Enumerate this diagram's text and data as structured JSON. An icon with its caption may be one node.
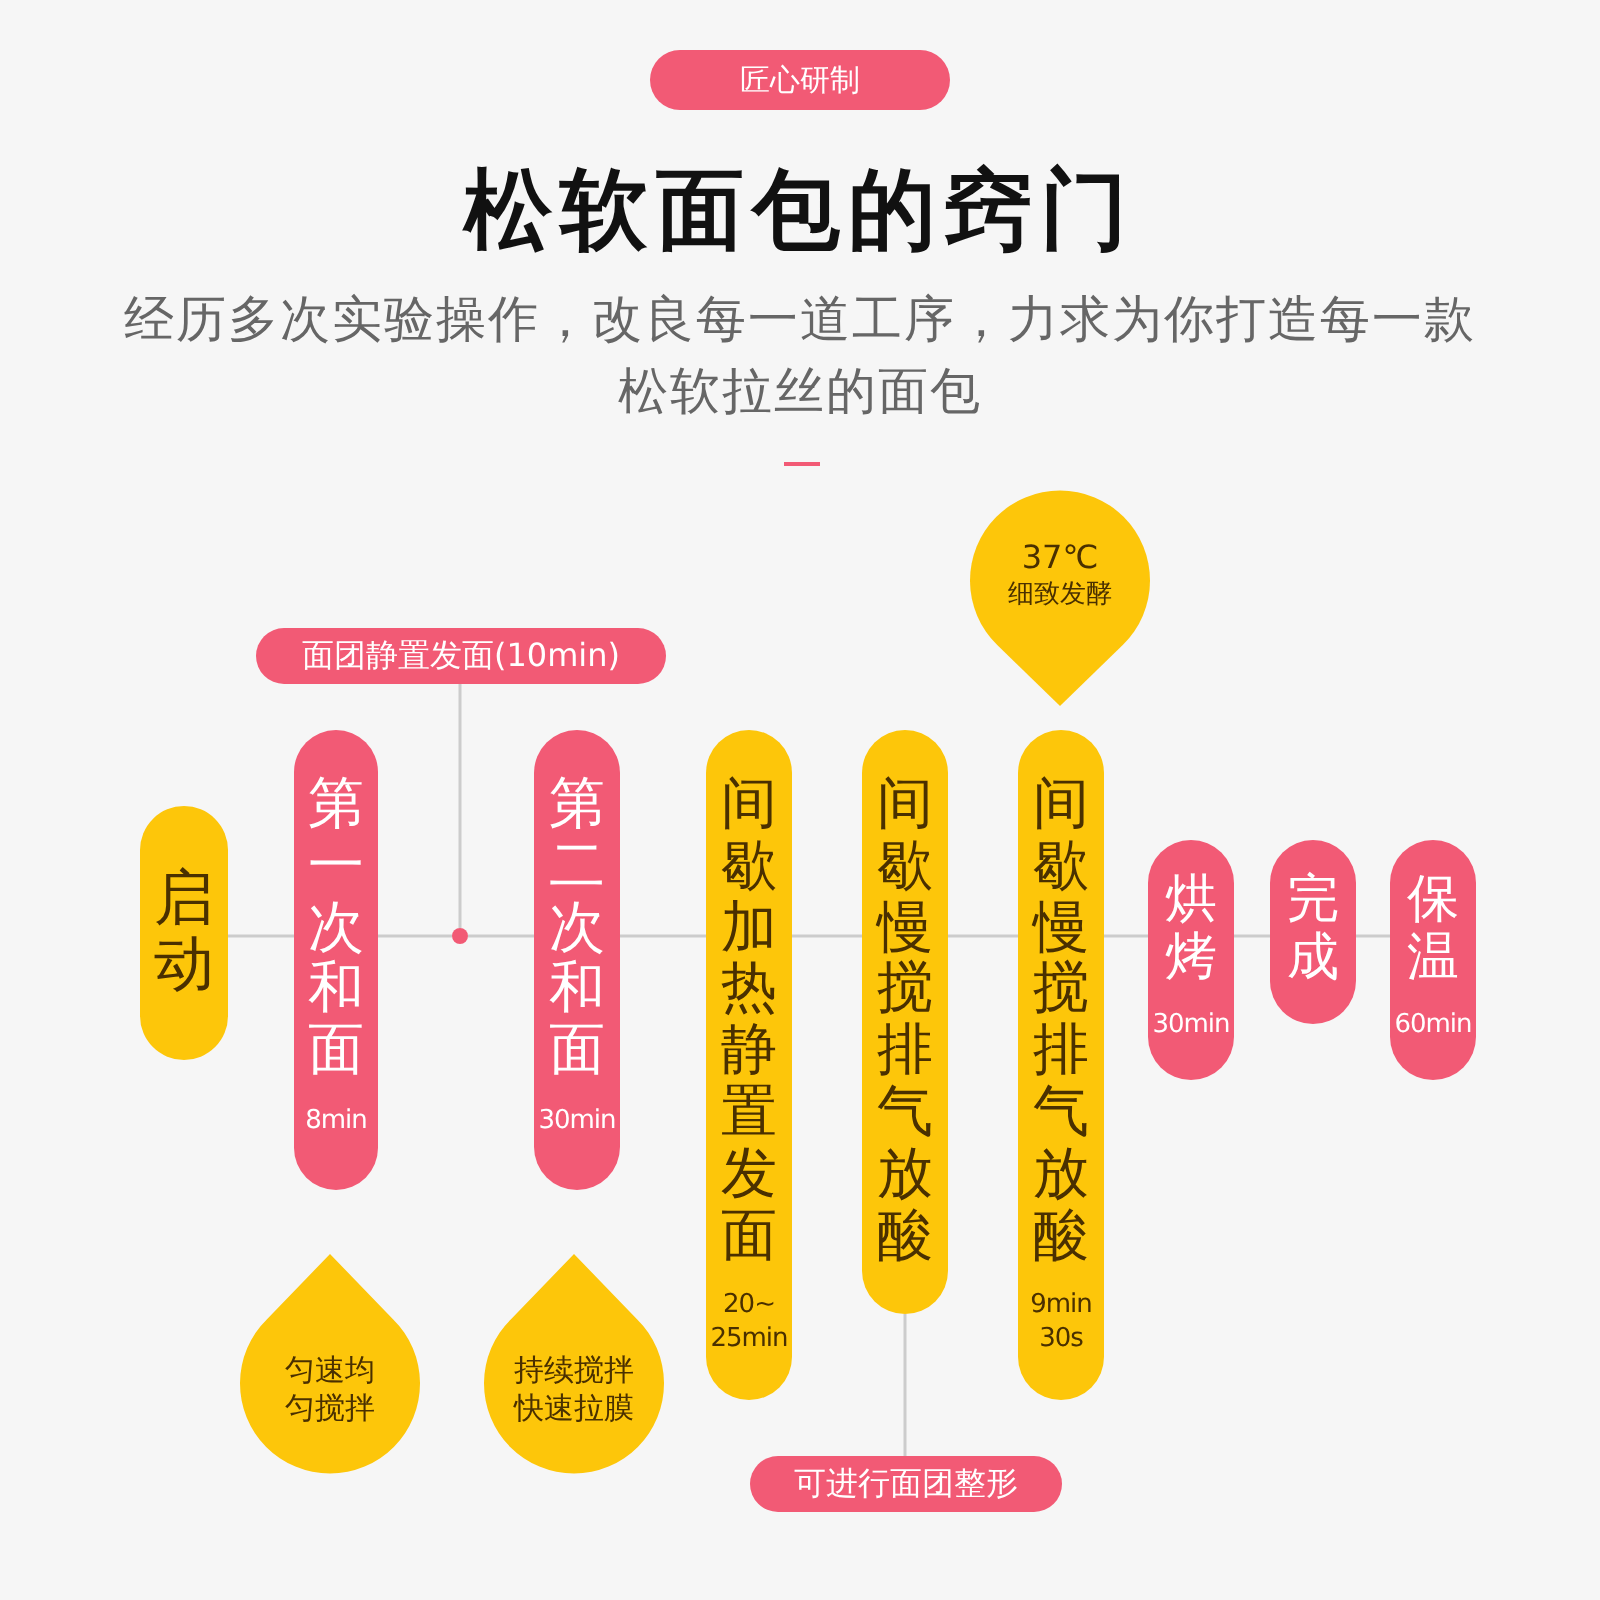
{
  "diagram": {
    "title": "松软面包的窍门",
    "nodes": [
      {
        "text": [
          "匠心研制"
        ]
      },
      {
        "text": [
          "面团静置发面(10min)"
        ]
      },
      {
        "text": [],
        "shape": "circle"
      },
      {
        "text": [
          "37℃",
          "细致发酵"
        ]
      },
      {
        "text": [
          "启动"
        ]
      },
      {
        "text": [
          "第一次和面",
          "8min"
        ]
      },
      {
        "text": [
          "第二次和面",
          "30min"
        ]
      },
      {
        "text": [
          "间歇加热静置发面",
          "20~ 25min"
        ]
      },
      {
        "text": [
          "间歇慢搅排气放酸"
        ]
      },
      {
        "text": [
          "间歇慢搅排气放酸",
          "9min 30s"
        ]
      },
      {
        "text": [
          "烘烤",
          "30min"
        ]
      },
      {
        "text": [
          "完成"
        ]
      },
      {
        "text": [
          "保温",
          "60min"
        ]
      },
      {
        "text": [
          "匀速均匀搅拌"
        ]
      },
      {
        "text": [
          "持续搅拌快速拉膜"
        ]
      },
      {
        "text": [
          "可进行面团整形"
        ]
      }
    ],
    "edges": [
      {
        "from": 1,
        "to": 2,
        "arrow": "none"
      },
      {
        "from": 4,
        "to": 5,
        "arrow": "none"
      },
      {
        "from": 5,
        "to": 2,
        "arrow": "none"
      },
      {
        "from": 2,
        "to": 6,
        "arrow": "none"
      },
      {
        "from": 6,
        "to": 7,
        "arrow": "none"
      },
      {
        "from": 7,
        "to": 8,
        "arrow": "none"
      },
      {
        "from": 8,
        "to": 9,
        "arrow": "none"
      },
      {
        "from": 9,
        "to": 10,
        "arrow": "none"
      },
      {
        "from": 10,
        "to": 11,
        "arrow": "none"
      },
      {
        "from": 11,
        "to": 12,
        "arrow": "none"
      },
      {
        "from": 8,
        "to": 15,
        "arrow": "none"
      }
    ],
    "labels": [
      "经历多次实验操作，改良每一道工序，力求为你打造每一款松软拉丝的面包"
    ]
  }
}
